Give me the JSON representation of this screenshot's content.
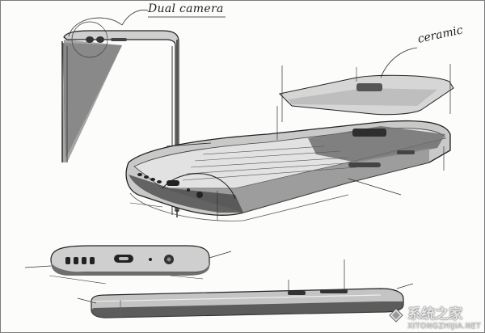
{
  "annotations": {
    "dual_camera": "Dual camera",
    "ceramic": "ceramic"
  },
  "watermark": {
    "text": "系统之家",
    "subtext": "XITONGZHIJIA.NET"
  },
  "colors": {
    "ink": "#222222",
    "marker_dark": "#4a4a4a",
    "marker_mid": "#8e8e8e",
    "marker_light": "#c9c9c9",
    "paper": "#fcfcfb"
  }
}
